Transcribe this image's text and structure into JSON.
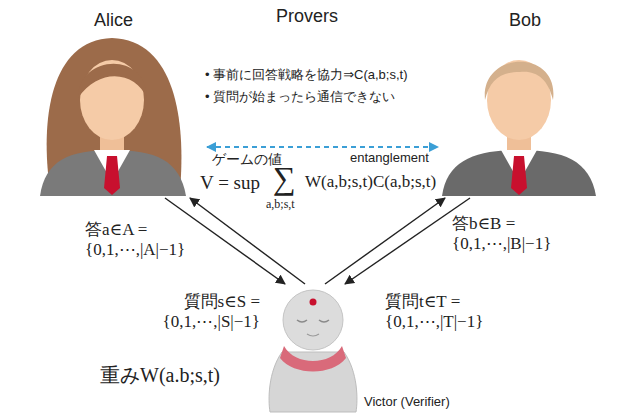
{
  "diagram": {
    "nodes": [
      {
        "text": [
          "Alice"
        ]
      },
      {
        "text": [
          "Bob"
        ]
      },
      {
        "text": [
          "Victor (Verifier)"
        ]
      }
    ],
    "edges": [
      {
        "from": 0,
        "to": 1,
        "arrow": "both",
        "label": "entanglement"
      },
      {
        "from": 0,
        "to": 2,
        "arrow": "to",
        "label": "答a∈A ={0,1,⋯,|A|−1}"
      },
      {
        "from": 2,
        "to": 0,
        "arrow": "to",
        "label": "質問s∈S ={0,1,⋯,|S|−1}"
      },
      {
        "from": 1,
        "to": 2,
        "arrow": "to",
        "label": "答b∈B ={0,1,⋯,|B|−1}"
      },
      {
        "from": 2,
        "to": 1,
        "arrow": "to",
        "label": "質問t∈T ={0,1,⋯,|T|−1}"
      }
    ],
    "labels": [
      "Provers",
      "• 事前に回答戦略を協力⇒C(a,b;s,t)",
      "• 質問が始まったら通信できない",
      "ゲームの値",
      "V = sup",
      "∑",
      "a,b;s,t",
      "W(a,b;s,t)C(a,b;s,t)",
      "重みW(a.b;s,t)"
    ]
  }
}
